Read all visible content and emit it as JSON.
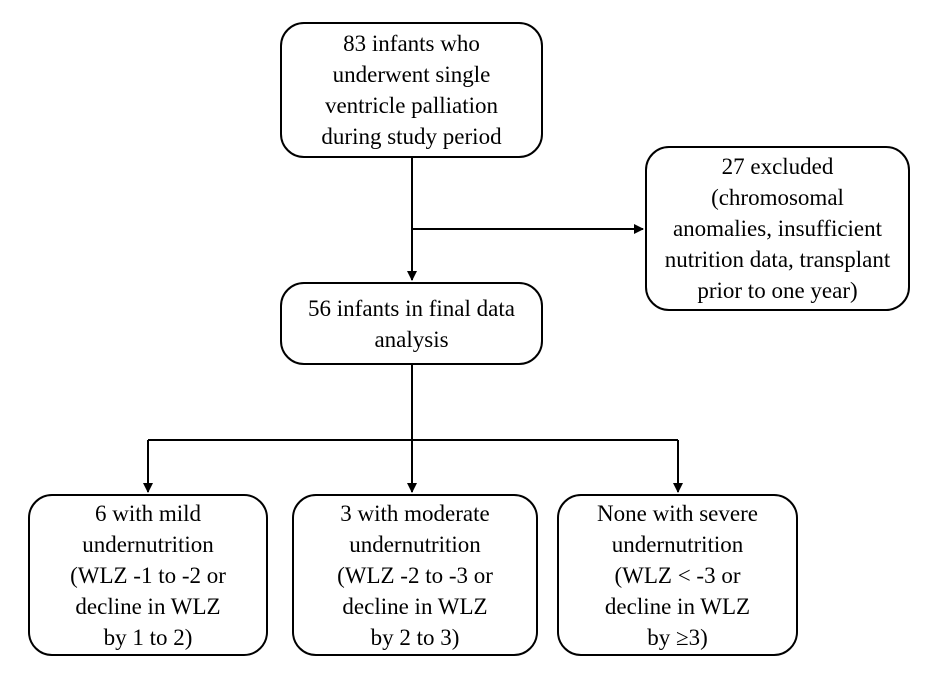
{
  "boxes": {
    "enrolled": {
      "lines": [
        "83 infants who",
        "underwent single",
        "ventricle palliation",
        "during study period"
      ]
    },
    "excluded": {
      "lines": [
        "27 excluded",
        "(chromosomal",
        "anomalies, insufficient",
        "nutrition data, transplant",
        "prior to one year)"
      ]
    },
    "final_analysis": {
      "lines": [
        "56 infants in final data",
        "analysis"
      ]
    },
    "mild": {
      "lines": [
        "6 with mild",
        "undernutrition",
        "(WLZ -1 to -2 or",
        "decline in WLZ",
        "by 1 to 2)"
      ]
    },
    "moderate": {
      "lines": [
        "3 with moderate",
        "undernutrition",
        "(WLZ -2 to -3 or",
        "decline in WLZ",
        "by 2 to 3)"
      ]
    },
    "severe": {
      "lines": [
        "None with severe",
        "undernutrition",
        "(WLZ < -3 or",
        "decline in WLZ",
        "by ≥3)"
      ]
    }
  },
  "colors": {
    "stroke": "#000000",
    "background": "#ffffff"
  }
}
